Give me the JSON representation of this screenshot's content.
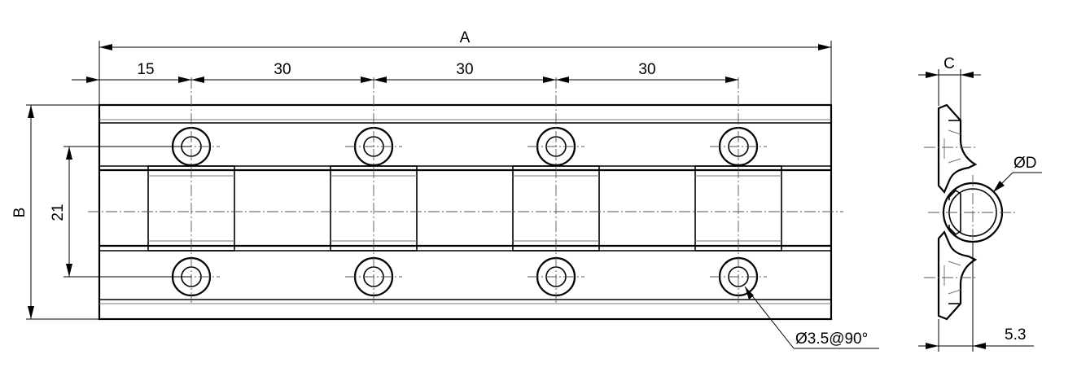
{
  "dimensions": {
    "overall_length": "A",
    "first_spacing": "15",
    "spacings": [
      "30",
      "30",
      "30"
    ],
    "overall_height": "B",
    "hole_row_distance": "21",
    "profile_width": "C",
    "tube_diameter": "ØD",
    "hole_spec": "Ø3.5@90°",
    "profile_offset": "5.3"
  }
}
